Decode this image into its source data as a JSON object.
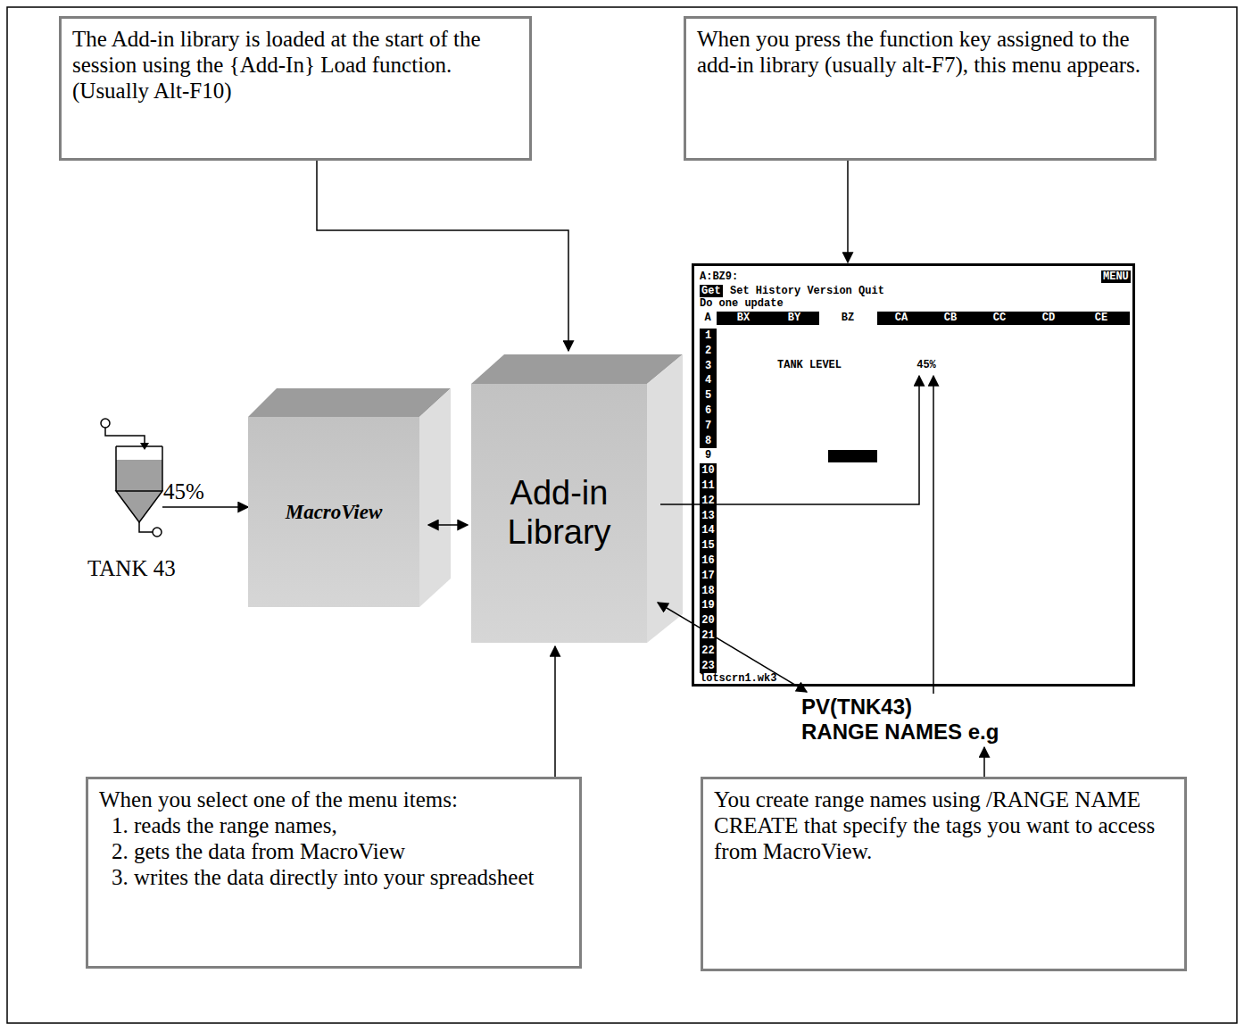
{
  "diagram": {
    "nodes": [
      {
        "text": [
          "The Add-in library is loaded at the start of the session using the {Add-In} Load function. (Usually Alt-F10)"
        ]
      },
      {
        "text": [
          "When you press the function key assigned to the add-in library (usually alt-F7), this menu appears."
        ]
      },
      {
        "text": [
          "TANK 43"
        ]
      },
      {
        "text": [
          "MacroView"
        ]
      },
      {
        "text": [
          "Add-in Library"
        ]
      },
      {
        "text": [
          "A:BZ9:",
          "MENU",
          "Get",
          "Set History Version Quit",
          "Do one update",
          "A",
          "BX",
          "BY",
          "BZ",
          "CA",
          "CB",
          "CC",
          "CD",
          "CE",
          "1",
          "2",
          "3",
          "4",
          "5",
          "6",
          "7",
          "8",
          "9",
          "10",
          "11",
          "12",
          "13",
          "14",
          "15",
          "16",
          "17",
          "18",
          "19",
          "20",
          "21",
          "22",
          "23",
          "TANK LEVEL",
          "lotscrn1.wk3"
        ]
      },
      {
        "text": [
          "45%"
        ],
        "in": 5
      },
      {
        "text": [
          "PV(TNK43)",
          "RANGE NAMES e.g"
        ]
      },
      {
        "text": [
          "When you select one of the menu items:",
          "1. reads the range names,",
          "2. gets the data from MacroView",
          "3. writes the data directly into your spreadsheet"
        ]
      },
      {
        "text": [
          "You create range names using /RANGE NAME CREATE that specify the tags you want to access from MacroView."
        ]
      }
    ],
    "edges": [
      {
        "from": 2,
        "to": 3,
        "label": "45%",
        "arrow": "to"
      },
      {
        "from": 3,
        "to": 4,
        "arrow": "both"
      },
      {
        "from": 0,
        "to": 4,
        "arrow": "to"
      },
      {
        "from": 1,
        "to": 5,
        "arrow": "to"
      },
      {
        "from": 4,
        "to": 6,
        "arrow": "to"
      },
      {
        "from": 4,
        "to": 7,
        "arrow": "both"
      },
      {
        "from": 7,
        "to": 6,
        "arrow": "to"
      },
      {
        "from": 8,
        "to": 4,
        "arrow": "to"
      },
      {
        "from": 9,
        "to": 7,
        "arrow": "to"
      }
    ]
  }
}
